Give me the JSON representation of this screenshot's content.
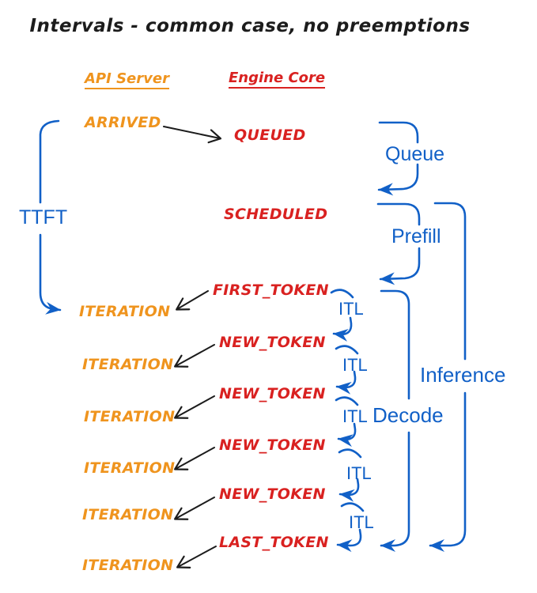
{
  "title": "Intervals - common case, no preemptions",
  "columns": {
    "api_server": "API Server",
    "engine_core": "Engine Core"
  },
  "api": {
    "arrived": "ARRIVED",
    "iterations": [
      "ITERATION",
      "ITERATION",
      "ITERATION",
      "ITERATION",
      "ITERATION",
      "ITERATION"
    ]
  },
  "engine": {
    "queued": "QUEUED",
    "scheduled": "SCHEDULED",
    "tokens": [
      "FIRST_TOKEN",
      "NEW_TOKEN",
      "NEW_TOKEN",
      "NEW_TOKEN",
      "NEW_TOKEN",
      "LAST_TOKEN"
    ]
  },
  "intervals": {
    "ttft": "TTFT",
    "queue": "Queue",
    "prefill": "Prefill",
    "itl": [
      "ITL",
      "ITL",
      "ITL",
      "ITL",
      "ITL"
    ],
    "decode": "Decode",
    "inference": "Inference"
  },
  "colors": {
    "api_orange": "#ef941e",
    "engine_red": "#d92120",
    "interval_blue": "#1160c7",
    "arrow_black": "#1c1c1c",
    "background": "#ffffff"
  }
}
